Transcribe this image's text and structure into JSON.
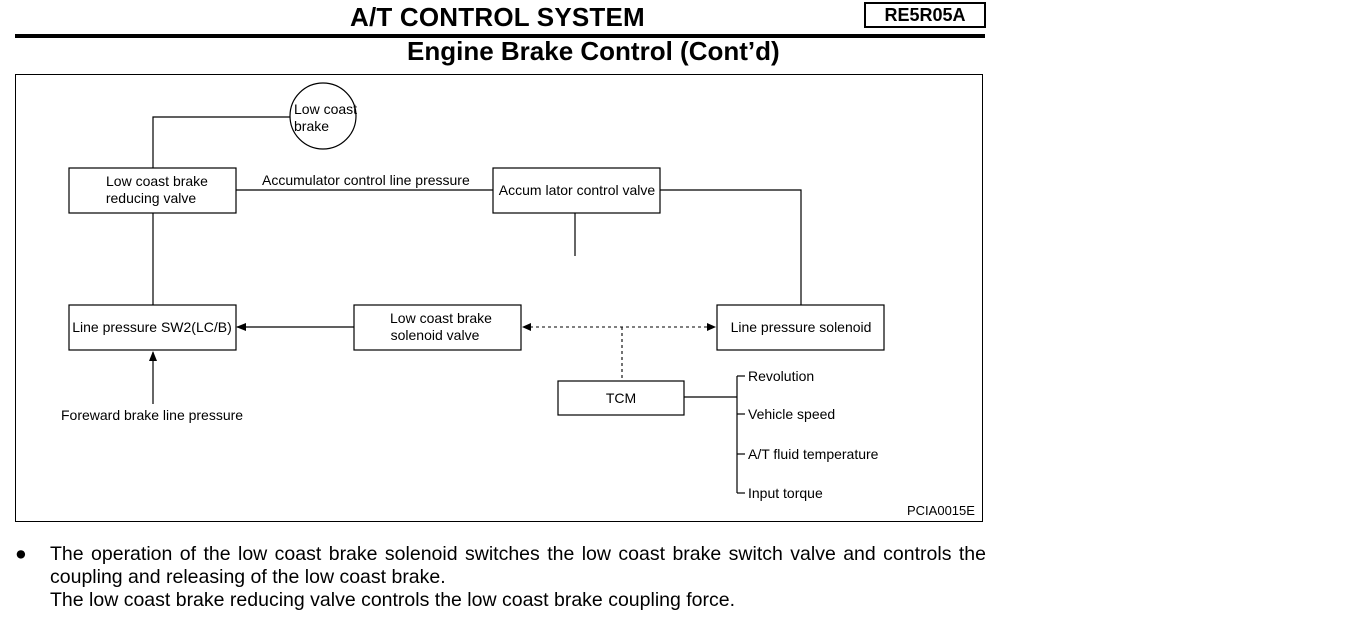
{
  "header": {
    "title": "A/T CONTROL SYSTEM",
    "model_code": "RE5R05A",
    "section_title": "Engine Brake Control (Cont’d)"
  },
  "diagram": {
    "nodes": {
      "low_coast_brake": [
        "Low coast",
        "brake"
      ],
      "low_coast_brake_reducing_valve": [
        "Low coast brake",
        "reducing valve"
      ],
      "accumulator_control_valve": "Accum lator control valve",
      "line_pressure_sw2": "Line pressure SW2(LC/B)",
      "low_coast_brake_solenoid_valve": [
        "Low coast brake",
        "solenoid valve"
      ],
      "line_pressure_solenoid": "Line pressure solenoid",
      "tcm": "TCM"
    },
    "edge_labels": {
      "accumulator_control_line_pressure": "Accumulator control line pressure",
      "foreward_brake_line_pressure": "Foreward brake line pressure"
    },
    "tcm_inputs": [
      "Revolution",
      "Vehicle speed",
      "A/T fluid temperature",
      "Input torque"
    ],
    "figure_id": "PCIA0015E"
  },
  "bullet": {
    "line1": "The operation of the low coast brake solenoid switches the low coast brake switch valve and controls the coupling and releasing of the low coast brake.",
    "line2": "The low coast brake reducing valve controls the low coast brake coupling force."
  }
}
